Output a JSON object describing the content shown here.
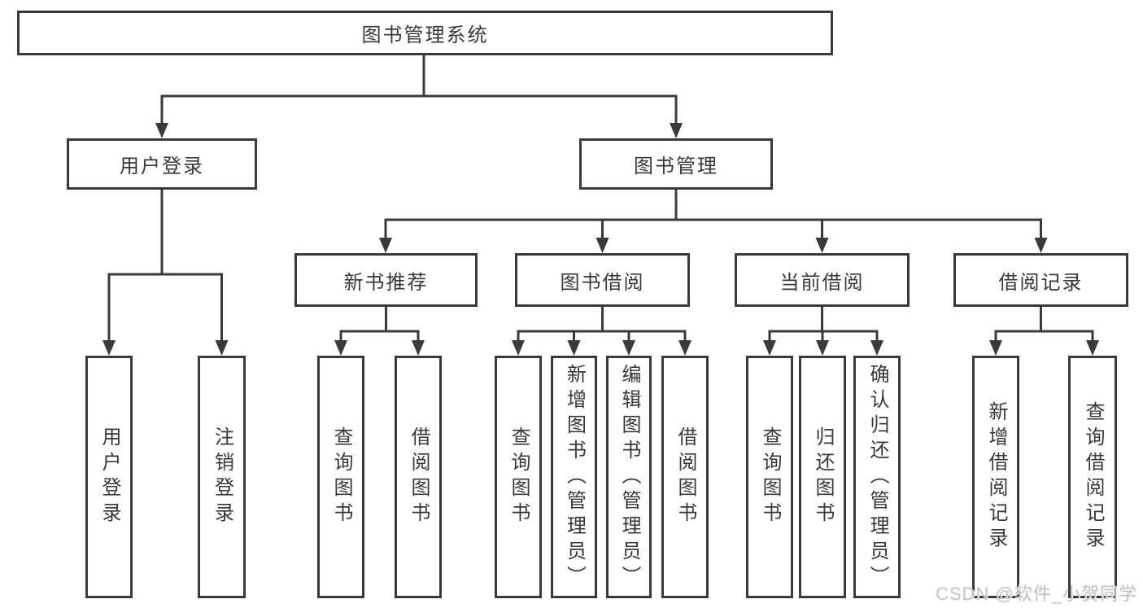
{
  "colors": {
    "line": "#3a3a3a",
    "text": "#383838",
    "background": "#ffffff",
    "watermark_text": "#c4c4c4"
  },
  "root": {
    "label": "图书管理系统"
  },
  "branches": {
    "user_login": {
      "label": "用户登录",
      "children": {
        "login": "用户登录",
        "logout": "注销登录"
      }
    },
    "book_mgmt": {
      "label": "图书管理",
      "children": {
        "new_book": {
          "label": "新书推荐",
          "children": {
            "query": "查询图书",
            "borrow": "借阅图书"
          }
        },
        "book_borrow": {
          "label": "图书借阅",
          "children": {
            "query": "查询图书",
            "add": "新增图书（管理员）",
            "edit": "编辑图书（管理员）",
            "borrow": "借阅图书"
          }
        },
        "current_borrow": {
          "label": "当前借阅",
          "children": {
            "query": "查询图书",
            "return": "归还图书",
            "confirm": "确认归还（管理员）"
          }
        },
        "borrow_record": {
          "label": "借阅记录",
          "children": {
            "add": "新增借阅记录",
            "query": "查询借阅记录"
          }
        }
      }
    }
  },
  "watermark": "CSDN @软件_小贺同学"
}
